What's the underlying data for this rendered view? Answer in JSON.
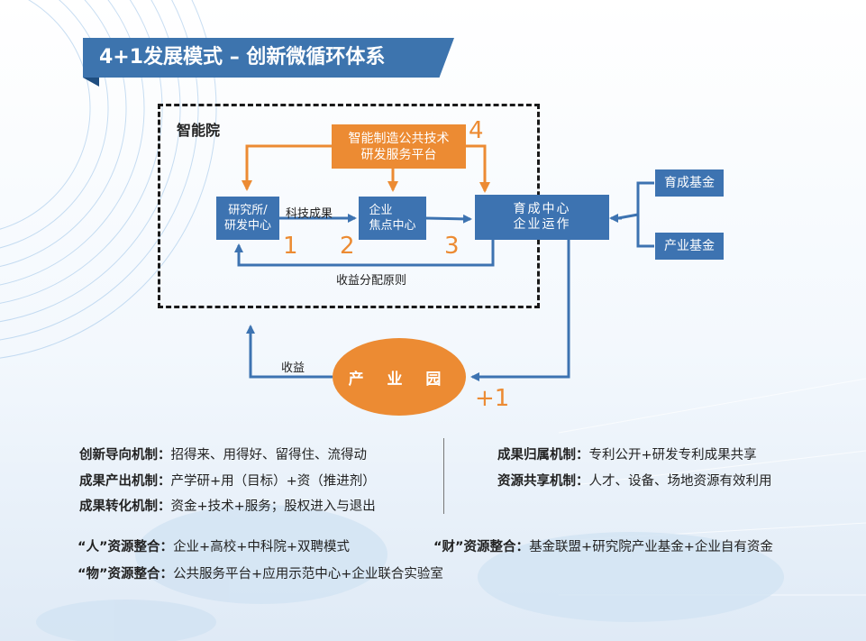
{
  "title": "4+1发展模式 – 创新微循环体系",
  "diagram": {
    "container_label": "智能院",
    "nodes": {
      "platform": [
        "智能制造公共技术",
        "研发服务平台"
      ],
      "institute": [
        "研究所/",
        "研发中心"
      ],
      "enterprise": [
        "企业",
        "焦点中心"
      ],
      "incubator": [
        "育成中心",
        "企业运作"
      ],
      "fund_a": "育成基金",
      "fund_b": "产业基金",
      "park": "产 业 园"
    },
    "numbers": {
      "n1": "1",
      "n2": "2",
      "n3": "3",
      "n4": "4",
      "plus1": "+1"
    },
    "edge_labels": {
      "tech_results": "科技成果",
      "profit_distribution": "收益分配原则",
      "profit": "收益"
    },
    "colors": {
      "blue": "#3d73b1",
      "orange": "#ec8b33",
      "banner": "#3d74ae"
    }
  },
  "mechanisms": [
    {
      "label": "创新导向机制：",
      "text": "招得来、用得好、留得住、流得动"
    },
    {
      "label": "成果产出机制：",
      "text": "产学研+用（目标）+资（推进剂）"
    },
    {
      "label": "成果转化机制：",
      "text": "资金+技术+服务；股权进入与退出"
    },
    {
      "label": "成果归属机制：",
      "text": "专利公开+研发专利成果共享"
    },
    {
      "label": "资源共享机制：",
      "text": "人才、设备、场地资源有效利用"
    }
  ],
  "resources": [
    {
      "label": "“人”资源整合：",
      "text": "企业+高校+中科院+双聘模式"
    },
    {
      "label": "“财”资源整合：",
      "text": "基金联盟+研究院产业基金+企业自有资金"
    },
    {
      "label": "“物”资源整合：",
      "text": "公共服务平台+应用示范中心+企业联合实验室"
    }
  ]
}
